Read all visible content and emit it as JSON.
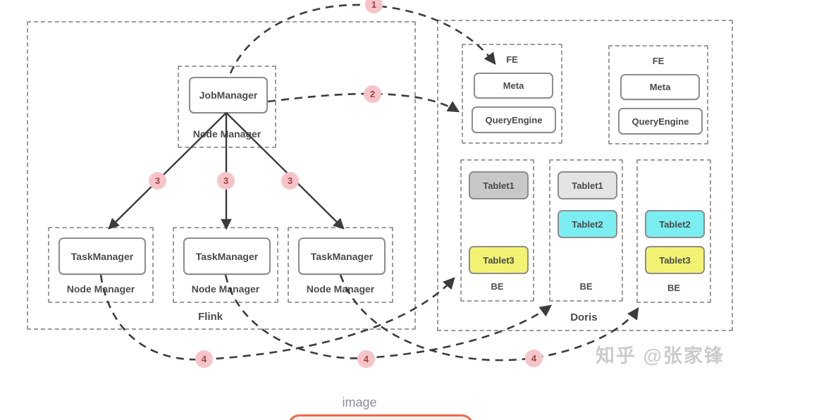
{
  "flink": {
    "label": "Flink",
    "jobmanager": {
      "title": "JobManager",
      "group_label": "Node Manager"
    },
    "taskmanagers": [
      {
        "title": "TaskManager",
        "group_label": "Node Manager"
      },
      {
        "title": "TaskManager",
        "group_label": "Node Manager"
      },
      {
        "title": "TaskManager",
        "group_label": "Node Manager"
      }
    ]
  },
  "doris": {
    "label": "Doris",
    "fe_nodes": [
      {
        "label": "FE",
        "meta": "Meta",
        "query_engine": "QueryEngine"
      },
      {
        "label": "FE",
        "meta": "Meta",
        "query_engine": "QueryEngine"
      }
    ],
    "be_nodes": [
      {
        "label": "BE",
        "tablets": [
          {
            "name": "Tablet1",
            "color": "#c8c8c8"
          },
          {
            "name": "Tablet3",
            "color": "#f3f373"
          }
        ]
      },
      {
        "label": "BE",
        "tablets": [
          {
            "name": "Tablet1",
            "color": "#e4e4e4"
          },
          {
            "name": "Tablet2",
            "color": "#7beef1"
          }
        ]
      },
      {
        "label": "BE",
        "tablets": [
          {
            "name": "Tablet2",
            "color": "#7beef1"
          },
          {
            "name": "Tablet3",
            "color": "#f3f373"
          }
        ]
      }
    ]
  },
  "steps": {
    "step1": "1",
    "step2": "2",
    "step3": "3",
    "step4": "4"
  },
  "watermark": "知乎 @张家锋",
  "caption": "image",
  "colors": {
    "badge_bg": "#f6c4c8",
    "badge_text": "#9e4545",
    "line": "#3c3c3c",
    "dashed_border": "#9b9b9b",
    "banner_accent": "#ee6a4b",
    "tablet_cyan": "#7beef1",
    "tablet_yellow": "#f3f373",
    "tablet_gray": "#c8c8c8"
  }
}
